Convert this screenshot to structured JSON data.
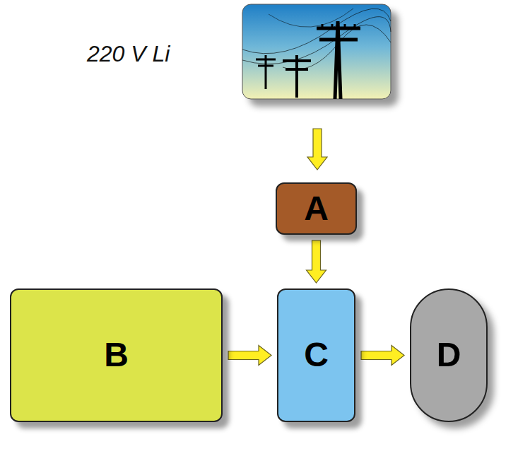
{
  "diagram": {
    "nodes": [
      {
        "text": [
          "A"
        ]
      },
      {
        "text": [
          "B"
        ]
      },
      {
        "text": [
          "C"
        ]
      },
      {
        "text": [
          "D"
        ]
      }
    ],
    "edges": [
      {
        "from": 0,
        "to": 2,
        "arrow": "to"
      },
      {
        "from": 1,
        "to": 2,
        "arrow": "to"
      },
      {
        "from": 2,
        "to": 3,
        "arrow": "to"
      }
    ],
    "labels": [
      "220 V Li"
    ]
  }
}
